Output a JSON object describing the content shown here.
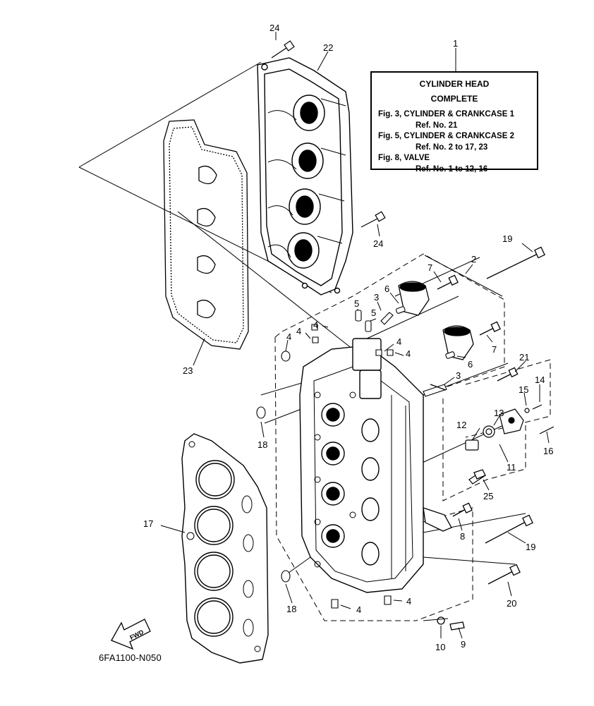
{
  "reference_box": {
    "callout": "1",
    "title_line1": "CYLINDER HEAD",
    "title_line2": "COMPLETE",
    "lines": [
      "Fig. 3, CYLINDER & CRANKCASE 1",
      "Ref. No. 21",
      "Fig. 5, CYLINDER & CRANKCASE 2",
      "Ref. No. 2 to 17, 23",
      "Fig. 8, VALVE",
      "Ref. No. 1 to 12, 16"
    ]
  },
  "callouts": {
    "c24_top": "24",
    "c22": "22",
    "c24_mid": "24",
    "c19_top": "19",
    "c2": "2",
    "c7_top": "7",
    "c6_top": "6",
    "c3_top": "3",
    "c5_a": "5",
    "c5_b": "5",
    "c4_a": "4",
    "c4_b": "4",
    "c4_c": "4",
    "c4_d": "4",
    "c4_e": "4",
    "c7_mid": "7",
    "c6_mid": "6",
    "c21": "21",
    "c3_mid": "3",
    "c14": "14",
    "c15": "15",
    "c13": "13",
    "c12": "12",
    "c16": "16",
    "c11": "11",
    "c25": "25",
    "c18_top": "18",
    "c23": "23",
    "c17": "17",
    "c8": "8",
    "c19_bot": "19",
    "c20": "20",
    "c18_bot": "18",
    "c4_bot_a": "4",
    "c4_bot_b": "4",
    "c10": "10",
    "c9": "9"
  },
  "fwd_label": "FWD",
  "drawing_code": "6FA1100-N050"
}
